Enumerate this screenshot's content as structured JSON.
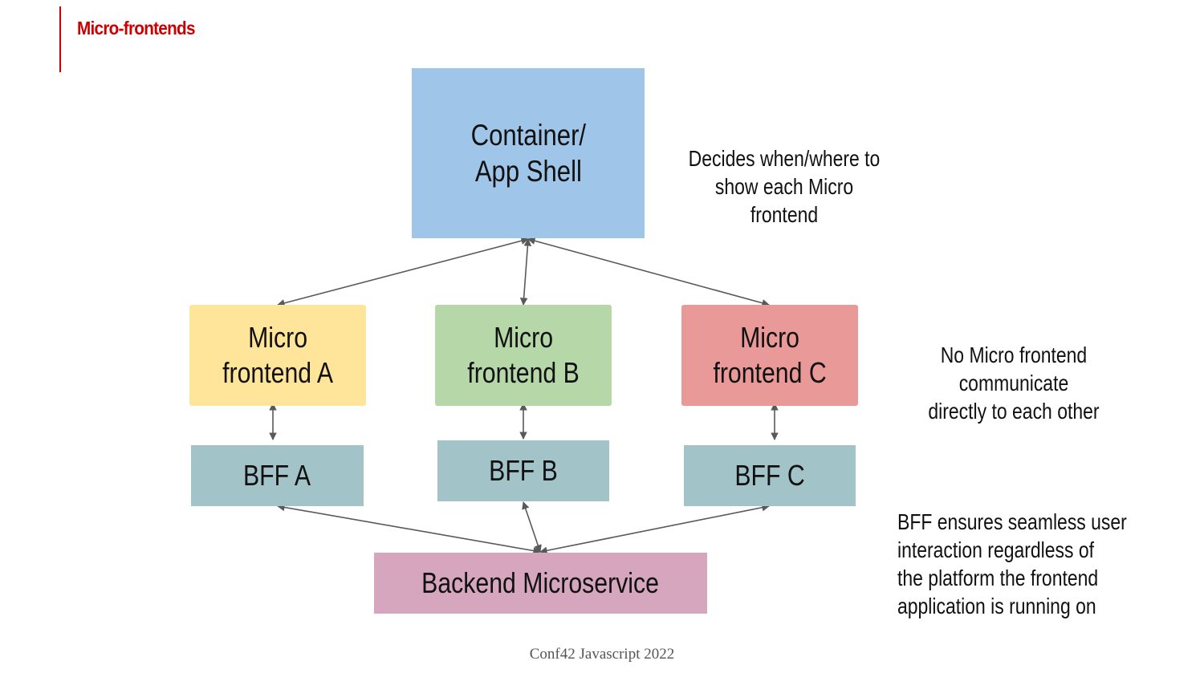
{
  "slide": {
    "title": "Micro-frontends",
    "footer": "Conf42 Javascript 2022"
  },
  "colors": {
    "accent": "#cc0000",
    "container": "#9fc5e8",
    "micro_frontend_a": "#ffe599",
    "micro_frontend_b": "#b6d7a8",
    "micro_frontend_c": "#ea9999",
    "bff": "#a2c4c9",
    "backend": "#d5a6bd",
    "connector": "#595959"
  },
  "diagram": {
    "container": {
      "label": "Container/\nApp Shell"
    },
    "micro_frontends": [
      {
        "label": "Micro\nfrontend A"
      },
      {
        "label": "Micro\nfrontend B"
      },
      {
        "label": "Micro\nfrontend C"
      }
    ],
    "bffs": [
      {
        "label": "BFF A"
      },
      {
        "label": "BFF B"
      },
      {
        "label": "BFF C"
      }
    ],
    "backend": {
      "label": "Backend Microservice"
    }
  },
  "notes": {
    "container": "Decides when/where to\nshow each Micro frontend",
    "micro_frontends": "No Micro frontend\ncommunicate\ndirectly to each other",
    "bff": "BFF ensures seamless user\ninteraction regardless of\nthe platform the frontend\napplication is running on"
  }
}
